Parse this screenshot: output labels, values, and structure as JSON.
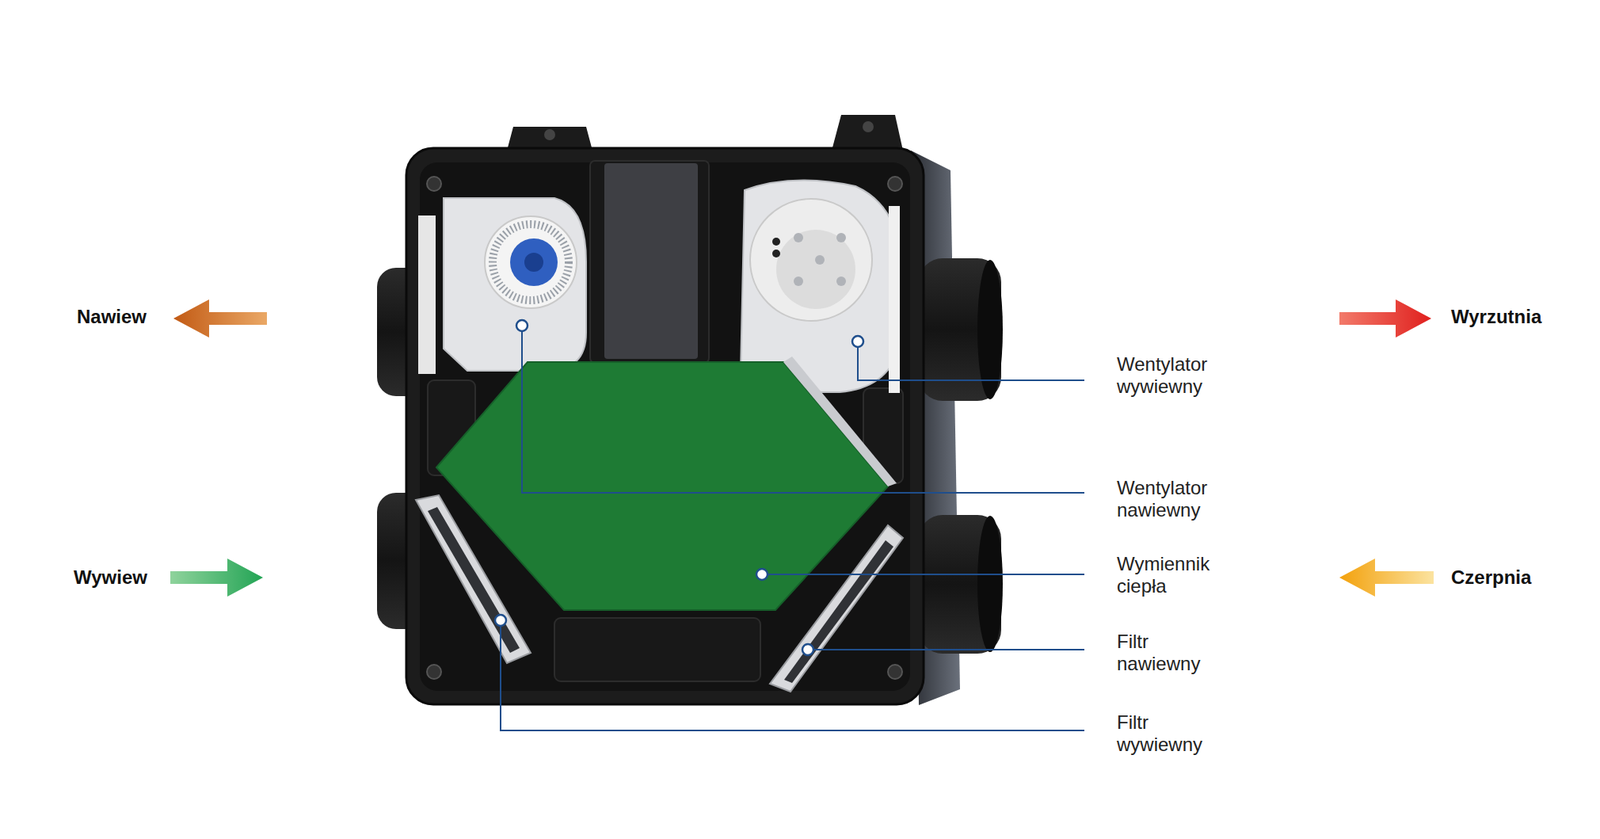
{
  "diagram": {
    "labels": [
      "Nawiew",
      "Wyrzutnia",
      "Wywiew",
      "Czerpnia",
      "Wentylator wywiewny",
      "Wentylator nawiewny",
      "Wymiennik ciepła",
      "Filtr nawiewny",
      "Filtr wywiewny"
    ]
  }
}
